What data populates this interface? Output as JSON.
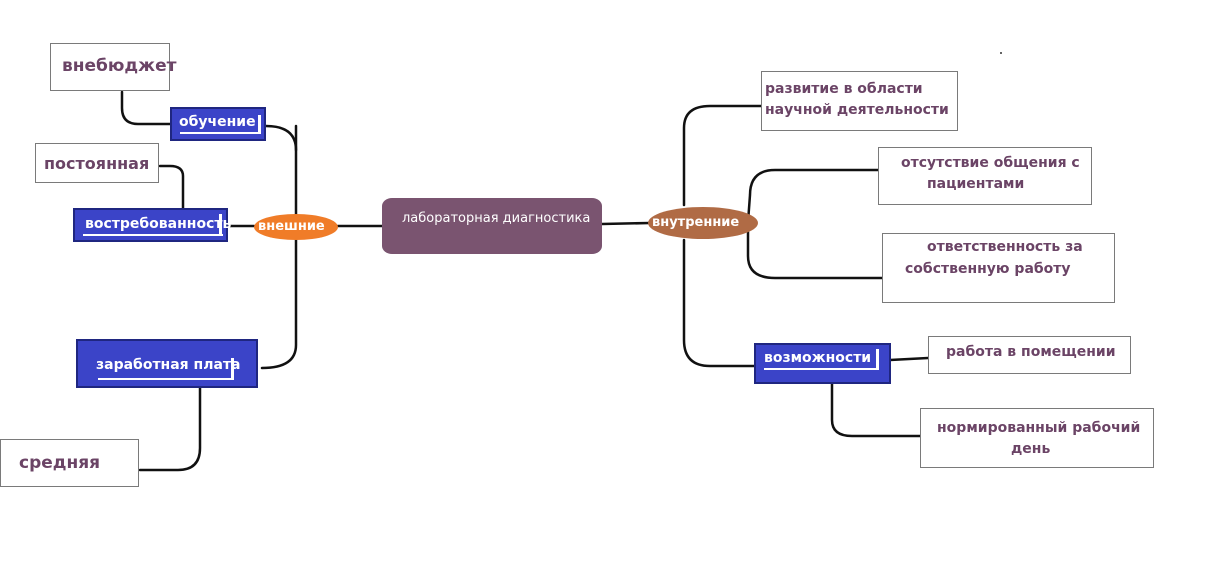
{
  "center": {
    "label": "лабораторная диагностика"
  },
  "hubs": {
    "external": "внешние",
    "internal": "внутренние"
  },
  "left": {
    "vnebudzhet": "внебюджет",
    "obuchenie": "обучение",
    "postoyannaya": "постоянная",
    "vostrebovannost": "востребованность",
    "zarplata": "заработная плата",
    "srednyaya": "средняя"
  },
  "right": {
    "razvitie_1": "развитие в области",
    "razvitie_2": "научной деятельности",
    "obshchenie_1": "отсутствие общения с",
    "obshchenie_2": "пациентами",
    "otvetstvennost_1": "ответственность за",
    "otvetstvennost_2": "собственную работу",
    "vozmozhnosti": "возможности",
    "pomeshchenie": "работа в помещении",
    "normirovanny_1": "нормированный рабочий",
    "normirovanny_2": "день"
  },
  "colors": {
    "blue_box": "#3b44c8",
    "center_fill": "#7a5470",
    "external_hub": "#f07c28",
    "internal_hub": "#b06b45",
    "text_purple": "#6b4466"
  }
}
